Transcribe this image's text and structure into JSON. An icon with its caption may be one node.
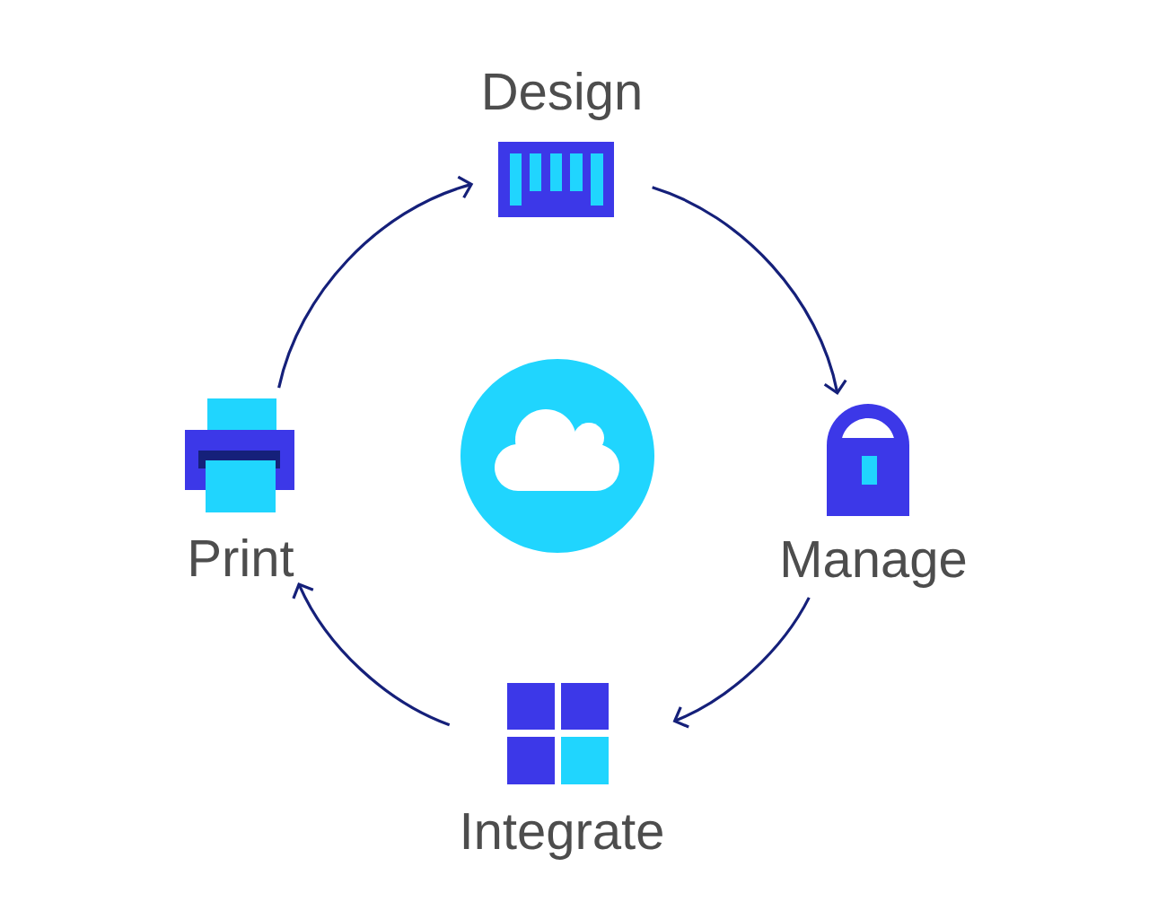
{
  "diagram": {
    "nodes": [
      {
        "text": [
          "Design"
        ]
      },
      {
        "text": [
          "Manage"
        ]
      },
      {
        "text": [
          "Integrate"
        ]
      },
      {
        "text": [
          "Print"
        ]
      },
      {
        "text": [],
        "shape": "circle"
      }
    ],
    "edges": [
      {
        "from": 0,
        "to": 1,
        "arrow": "to"
      },
      {
        "from": 1,
        "to": 2,
        "arrow": "to"
      },
      {
        "from": 2,
        "to": 3,
        "arrow": "to"
      },
      {
        "from": 3,
        "to": 0,
        "arrow": "to"
      }
    ]
  }
}
